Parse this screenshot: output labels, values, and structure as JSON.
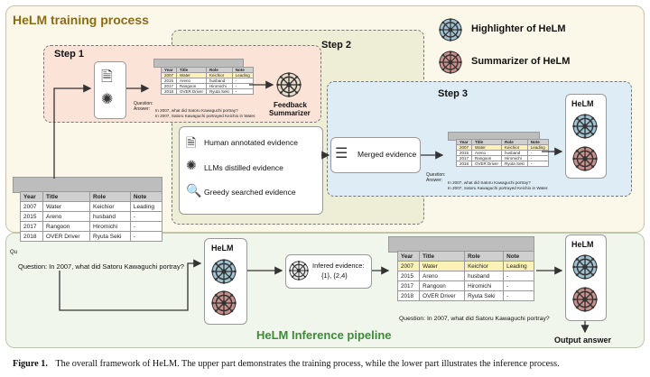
{
  "training": {
    "title": "HeLM training process",
    "step1": "Step 1",
    "step2": "Step 2",
    "step3": "Step 3",
    "feedback_summarizer": [
      "Feedback",
      "Summarizer"
    ]
  },
  "legend": {
    "highlighter": "Highlighter of HeLM",
    "summarizer": "Summarizer of HeLM",
    "highlighter_color": "#9fc3d3",
    "summarizer_color": "#c9908c"
  },
  "evidence": {
    "human": "Human annotated evidence",
    "llm": "LLMs distilled evidence",
    "greedy": "Greedy searched evidence",
    "merged": "Merged evidence"
  },
  "helm_label": "HeLM",
  "table": {
    "headers": [
      "Year",
      "Title",
      "Role",
      "Note"
    ],
    "rows": [
      [
        "2007",
        "Water",
        "Keichior",
        "Leading"
      ],
      [
        "2015",
        "Areno",
        "husband",
        "-"
      ],
      [
        "2017",
        "Rangoon",
        "Hiromichi",
        "-"
      ],
      [
        "2018",
        "OVER Driver",
        "Ryuta Seki",
        "-"
      ]
    ]
  },
  "qa": {
    "question_label": "Question:",
    "answer_label": "Answer:",
    "question_text": "Question: In 2007, what did Satoru Kawaguchi portray?",
    "question_short": "In 2007, what did Satoru Kawaguchi portray?",
    "answer_short": "In 2007, Satoru Kawaguchi portrayed Keichio in Water."
  },
  "inference": {
    "title": "HeLM Inference pipeline",
    "inferred_evidence": "Infered evidence:",
    "inferred_values": "{1}, {2,4}",
    "output": "Output answer"
  },
  "caption": {
    "number": "Figure 1.",
    "text": "The overall framework of HeLM. The upper part demonstrates the training process, while the lower part illustrates the inference process."
  },
  "colors": {
    "training_bg": "#fbf8ea",
    "step1_bg": "#fbe3d8",
    "step2_bg": "#eeeed6",
    "step3_bg": "#deedf5",
    "inference_bg": "#f1f6ec",
    "title_gold": "#8a6d12",
    "title_green": "#3f8a3a"
  }
}
